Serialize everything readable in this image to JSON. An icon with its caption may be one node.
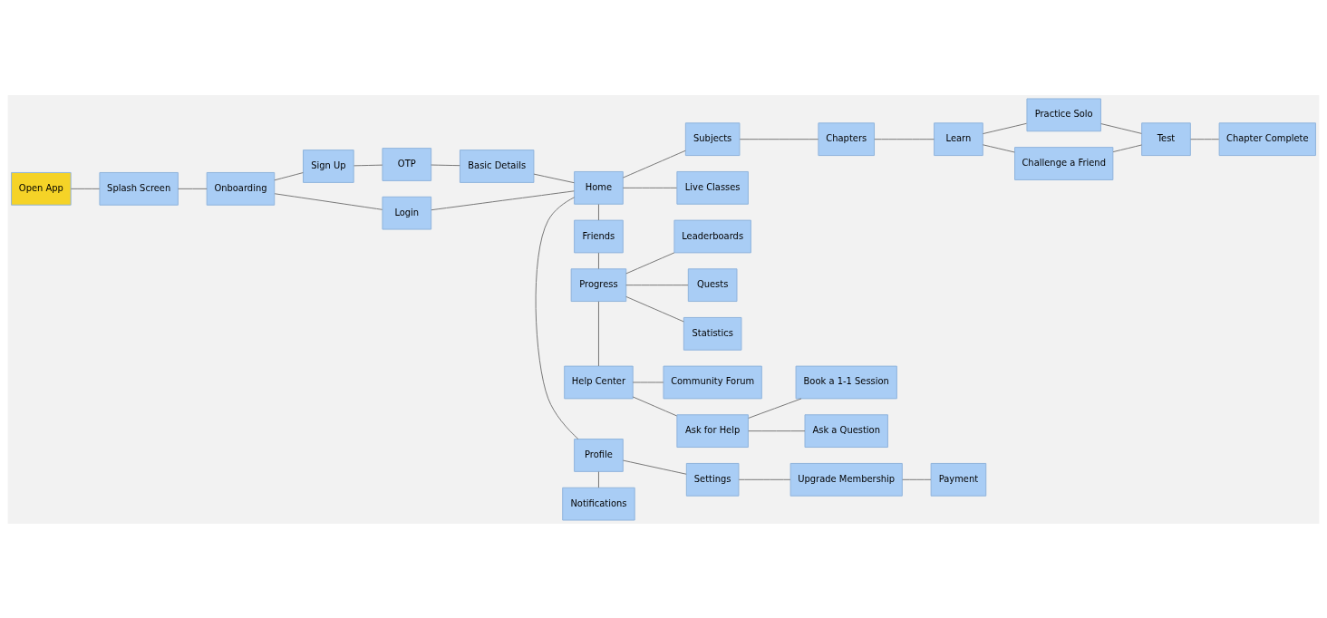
{
  "diagram": {
    "nodes": [
      {
        "text": [
          "Open App"
        ]
      },
      {
        "text": [
          "Splash Screen"
        ]
      },
      {
        "text": [
          "Onboarding"
        ]
      },
      {
        "text": [
          "Sign Up"
        ]
      },
      {
        "text": [
          "OTP"
        ]
      },
      {
        "text": [
          "Basic Details"
        ]
      },
      {
        "text": [
          "Login"
        ]
      },
      {
        "text": [
          "Home"
        ]
      },
      {
        "text": [
          "Notifications"
        ]
      },
      {
        "text": [
          "Profile"
        ]
      },
      {
        "text": [
          "Settings"
        ]
      },
      {
        "text": [
          "Upgrade Membership"
        ]
      },
      {
        "text": [
          "Payment"
        ]
      },
      {
        "text": [
          "Subjects"
        ]
      },
      {
        "text": [
          "Live Classes"
        ]
      },
      {
        "text": [
          "Chapters"
        ]
      },
      {
        "text": [
          "Learn"
        ]
      },
      {
        "text": [
          "Practice Solo"
        ]
      },
      {
        "text": [
          "Challenge a Friend"
        ]
      },
      {
        "text": [
          "Test"
        ]
      },
      {
        "text": [
          "Chapter Complete"
        ]
      },
      {
        "text": [
          "Friends"
        ]
      },
      {
        "text": [
          "Progress"
        ]
      },
      {
        "text": [
          "Statistics"
        ]
      },
      {
        "text": [
          "Leaderboards"
        ]
      },
      {
        "text": [
          "Quests"
        ]
      },
      {
        "text": [
          "Help Center"
        ]
      },
      {
        "text": [
          "Community Forum"
        ]
      },
      {
        "text": [
          "Ask for Help"
        ]
      },
      {
        "text": [
          "Book a 1-1 Session"
        ]
      },
      {
        "text": [
          "Ask a Question"
        ]
      }
    ],
    "edges": [
      {
        "from": 0,
        "to": 1,
        "arrow": "none"
      },
      {
        "from": 1,
        "to": 2,
        "arrow": "none"
      },
      {
        "from": 2,
        "to": 3,
        "arrow": "none"
      },
      {
        "from": 2,
        "to": 6,
        "arrow": "none"
      },
      {
        "from": 3,
        "to": 4,
        "arrow": "none"
      },
      {
        "from": 4,
        "to": 5,
        "arrow": "none"
      },
      {
        "from": 5,
        "to": 7,
        "arrow": "none"
      },
      {
        "from": 6,
        "to": 7,
        "arrow": "none"
      },
      {
        "from": 9,
        "to": 8,
        "arrow": "none"
      },
      {
        "from": 7,
        "to": 9,
        "arrow": "none"
      },
      {
        "from": 9,
        "to": 10,
        "arrow": "none"
      },
      {
        "from": 10,
        "to": 11,
        "arrow": "none"
      },
      {
        "from": 11,
        "to": 12,
        "arrow": "none"
      },
      {
        "from": 7,
        "to": 13,
        "arrow": "none"
      },
      {
        "from": 7,
        "to": 14,
        "arrow": "none"
      },
      {
        "from": 13,
        "to": 15,
        "arrow": "none"
      },
      {
        "from": 15,
        "to": 16,
        "arrow": "none"
      },
      {
        "from": 16,
        "to": 17,
        "arrow": "none"
      },
      {
        "from": 16,
        "to": 18,
        "arrow": "none"
      },
      {
        "from": 17,
        "to": 19,
        "arrow": "none"
      },
      {
        "from": 18,
        "to": 19,
        "arrow": "none"
      },
      {
        "from": 19,
        "to": 20,
        "arrow": "none"
      },
      {
        "from": 7,
        "to": 21,
        "arrow": "none"
      },
      {
        "from": 21,
        "to": 22,
        "arrow": "none"
      },
      {
        "from": 22,
        "to": 23,
        "arrow": "none"
      },
      {
        "from": 22,
        "to": 24,
        "arrow": "none"
      },
      {
        "from": 22,
        "to": 25,
        "arrow": "none"
      },
      {
        "from": 22,
        "to": 26,
        "arrow": "none"
      },
      {
        "from": 26,
        "to": 27,
        "arrow": "none"
      },
      {
        "from": 26,
        "to": 28,
        "arrow": "none"
      },
      {
        "from": 28,
        "to": 29,
        "arrow": "none"
      },
      {
        "from": 28,
        "to": 30,
        "arrow": "none"
      }
    ]
  }
}
